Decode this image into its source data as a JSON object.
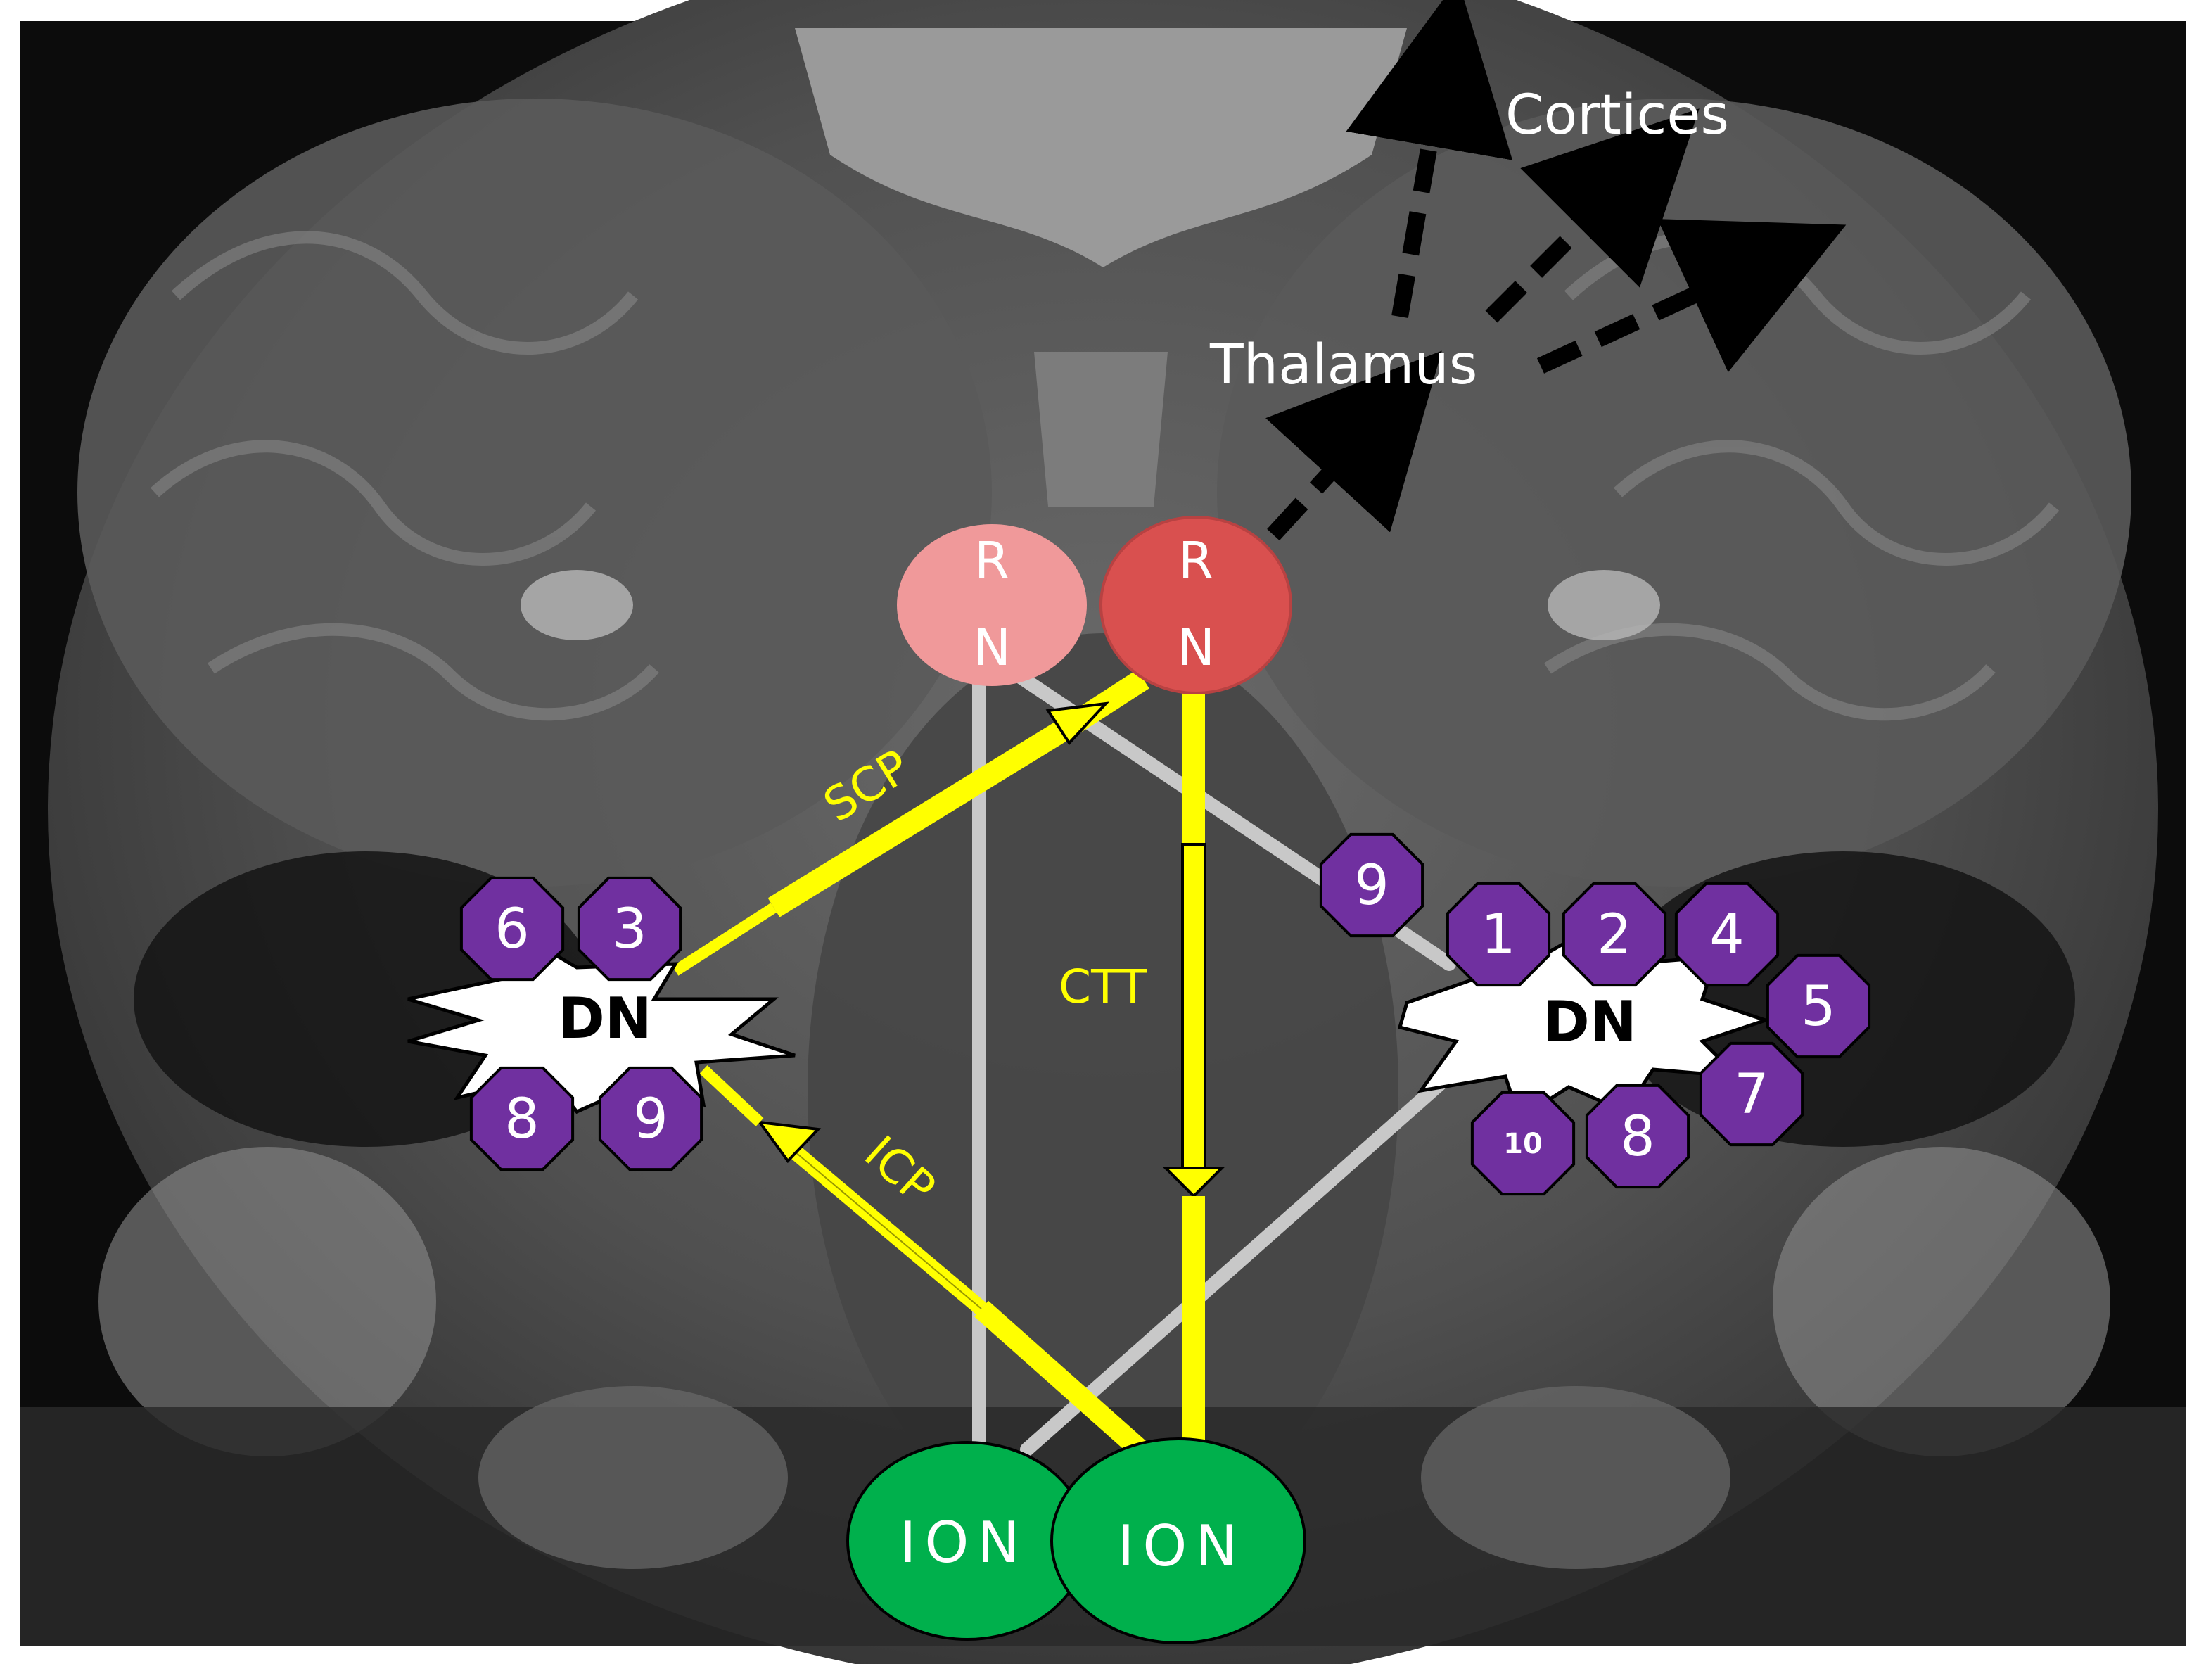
{
  "labels": {
    "cortices": "Cortices",
    "thalamus": "Thalamus",
    "scp": "SCP",
    "ctt": "CTT",
    "icp": "ICP"
  },
  "nuclei": {
    "rn_left": {
      "line1": "R",
      "line2": "N"
    },
    "rn_right": {
      "line1": "R",
      "line2": "N"
    },
    "dn_left": "DN",
    "dn_right": "DN",
    "ion_left": "ION",
    "ion_right": "ION"
  },
  "markers": {
    "left_top": [
      "6",
      "3"
    ],
    "left_bottom": [
      "8",
      "9"
    ],
    "right_tract": "9",
    "right_top": [
      "1",
      "2",
      "4"
    ],
    "right_side": [
      "5",
      "7"
    ],
    "right_bottom": [
      "10",
      "8"
    ]
  },
  "colors": {
    "pathway_yellow": "#ffff00",
    "tract_gray": "#c8c8c8",
    "marker_purple": "#7030a0",
    "red_nucleus_light": "#f0999a",
    "red_nucleus_dark": "#d9504f",
    "olive_green": "#00b04c",
    "projection_black": "#000000"
  }
}
